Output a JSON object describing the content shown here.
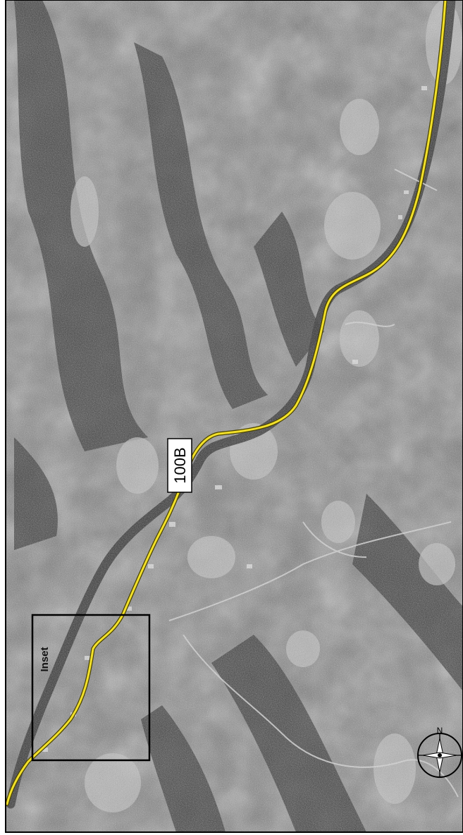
{
  "map": {
    "route_label": "100B",
    "inset_label": "Inset",
    "north_label": "N"
  },
  "colors": {
    "road": "#f2e02a",
    "road_edge": "#5a5000",
    "river": "#2f2f2f",
    "land_base": "#7a7a7a",
    "forest_dark": "#2a2a2a",
    "clearing_light": "#bdbdbd",
    "frame": "#000000",
    "label_bg": "#ffffff"
  },
  "icons": [
    "north-arrow-icon"
  ]
}
